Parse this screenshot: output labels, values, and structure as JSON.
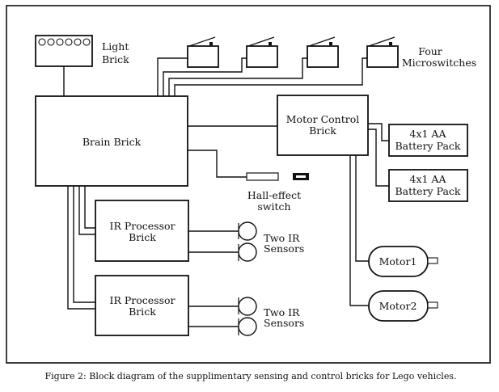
{
  "figure": {
    "caption": "Figure 2: Block diagram of the supplimentary sensing and control bricks for Lego vehicles."
  },
  "blocks": {
    "light_brick": {
      "label_line1": "Light",
      "label_line2": "Brick"
    },
    "brain_brick": {
      "label": "Brain Brick"
    },
    "motor_control": {
      "label_line1": "Motor Control",
      "label_line2": "Brick"
    },
    "battery_1": {
      "label_line1": "4x1 AA",
      "label_line2": "Battery Pack"
    },
    "battery_2": {
      "label_line1": "4x1 AA",
      "label_line2": "Battery Pack"
    },
    "hall_effect": {
      "label_line1": "Hall-effect",
      "label_line2": "switch"
    },
    "ir_processor_1": {
      "label_line1": "IR Processor",
      "label_line2": "Brick"
    },
    "ir_processor_2": {
      "label_line1": "IR Processor",
      "label_line2": "Brick"
    },
    "ir_sensors_1": {
      "label_line1": "Two IR",
      "label_line2": "Sensors"
    },
    "ir_sensors_2": {
      "label_line1": "Two IR",
      "label_line2": "Sensors"
    },
    "microswitches": {
      "label_line1": "Four",
      "label_line2": "Microswitches",
      "count": 4
    },
    "motor_1": {
      "label": "Motor1"
    },
    "motor_2": {
      "label": "Motor2"
    }
  }
}
